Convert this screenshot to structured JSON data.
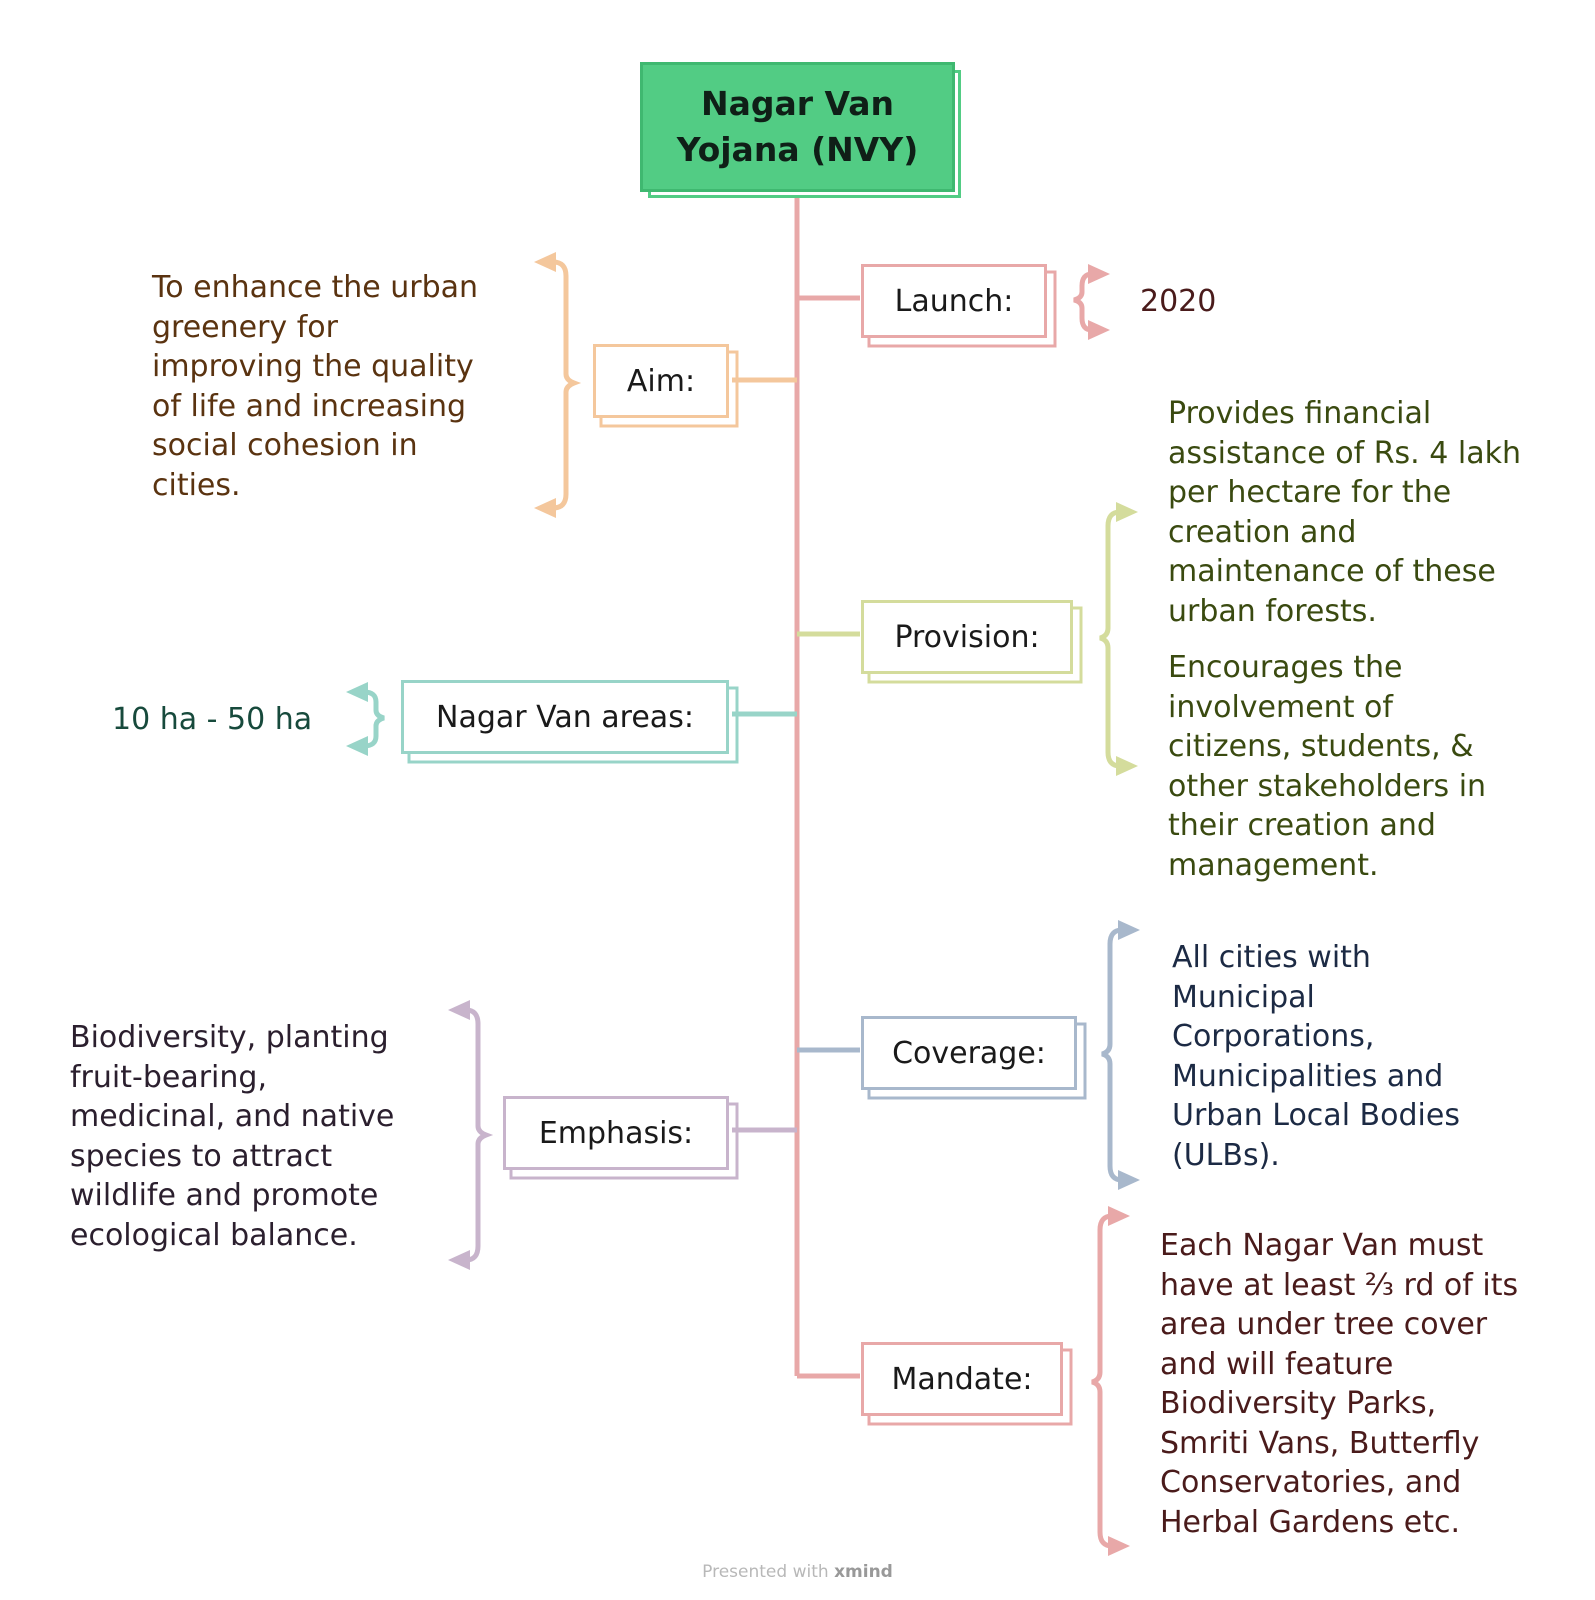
{
  "root": {
    "title_line1": "Nagar Van",
    "title_line2": "Yojana (NVY)"
  },
  "branches": [
    {
      "id": "launch",
      "label": "Launch:",
      "color": "#e8a8a8",
      "text_color": "#4a1b1b",
      "detail": "2020"
    },
    {
      "id": "aim",
      "label": "Aim:",
      "color": "#f4c79c",
      "text_color": "#5a3310",
      "detail_lines": [
        "To enhance the urban",
        "greenery for",
        "improving the quality",
        "of life and increasing",
        "social cohesion in",
        "cities."
      ]
    },
    {
      "id": "provision",
      "label": "Provision:",
      "color": "#d4dc9c",
      "text_color": "#3a4a10",
      "detail_lines": [
        "Provides financial",
        "assistance of Rs. 4 lakh",
        "per hectare for the",
        "creation and",
        "maintenance of these",
        "urban forests."
      ],
      "detail2_lines": [
        "Encourages the",
        "involvement of",
        "citizens, students, &",
        "other stakeholders in",
        "their creation and",
        "management."
      ]
    },
    {
      "id": "areas",
      "label": "Nagar Van areas:",
      "color": "#98d4c8",
      "text_color": "#174a3c",
      "detail": "10 ha - 50 ha"
    },
    {
      "id": "coverage",
      "label": "Coverage:",
      "color": "#a8b8cc",
      "text_color": "#1c2a44",
      "detail_lines": [
        "All cities with",
        "Municipal",
        "Corporations,",
        "Municipalities and",
        "Urban Local Bodies",
        "(ULBs)."
      ]
    },
    {
      "id": "emphasis",
      "label": "Emphasis:",
      "color": "#c8b4cc",
      "text_color": "#2b1f2e",
      "detail_lines": [
        "Biodiversity, planting",
        "fruit-bearing,",
        "medicinal, and native",
        "species to attract",
        "wildlife and promote",
        "ecological balance."
      ]
    },
    {
      "id": "mandate",
      "label": "Mandate:",
      "color": "#e8a8a8",
      "text_color": "#4a1b1b",
      "detail_lines": [
        "Each Nagar Van must",
        "have at least ⅔ rd of its",
        "area under tree cover",
        "and will feature",
        "Biodiversity Parks,",
        "Smriti Vans, Butterfly",
        "Conservatories, and",
        "Herbal Gardens etc."
      ]
    }
  ],
  "trunk_color": "#e8a8a8",
  "footer": {
    "prefix": "Presented with",
    "brand": "xmind"
  }
}
